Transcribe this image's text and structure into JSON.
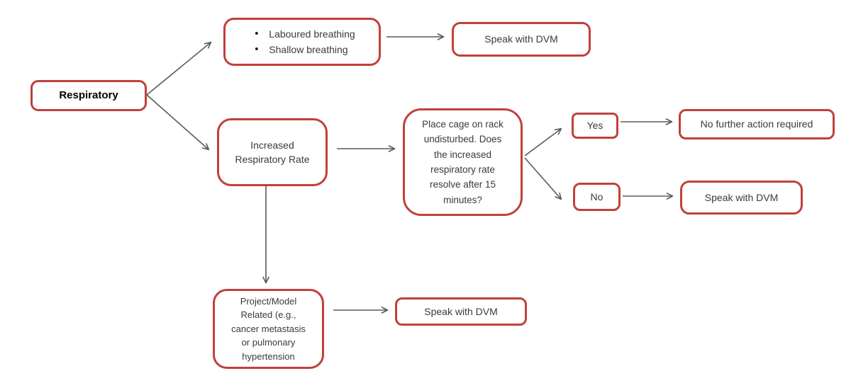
{
  "colors": {
    "box_border": "#C2403A",
    "arrow": "#5A5A5A",
    "text": "#3A3A3A",
    "title_text": "#000000",
    "background": "#FFFFFF"
  },
  "nodes": {
    "respiratory": {
      "label": "Respiratory"
    },
    "symptoms": {
      "items": [
        "Laboured breathing",
        "Shallow breathing"
      ]
    },
    "speak_dvm_top": {
      "label": "Speak with DVM"
    },
    "increased_rate": {
      "label": "Increased Respiratory Rate"
    },
    "place_cage": {
      "label": "Place cage on rack undisturbed. Does the increased respiratory rate resolve after 15 minutes?"
    },
    "yes": {
      "label": "Yes"
    },
    "no": {
      "label": "No"
    },
    "no_action": {
      "label": "No further action required"
    },
    "project_model": {
      "label": "Project/Model Related (e.g., cancer metastasis or pulmonary hypertension"
    },
    "speak_dvm_mid": {
      "label": "Speak with DVM"
    },
    "speak_dvm_bottom": {
      "label": "Speak with DVM"
    }
  },
  "edges": [
    {
      "from": "respiratory",
      "to": "symptoms"
    },
    {
      "from": "respiratory",
      "to": "increased_rate"
    },
    {
      "from": "symptoms",
      "to": "speak_dvm_top"
    },
    {
      "from": "increased_rate",
      "to": "place_cage"
    },
    {
      "from": "place_cage",
      "to": "yes"
    },
    {
      "from": "place_cage",
      "to": "no"
    },
    {
      "from": "yes",
      "to": "no_action"
    },
    {
      "from": "no",
      "to": "speak_dvm_mid"
    },
    {
      "from": "increased_rate",
      "to": "project_model"
    },
    {
      "from": "project_model",
      "to": "speak_dvm_bottom"
    }
  ]
}
